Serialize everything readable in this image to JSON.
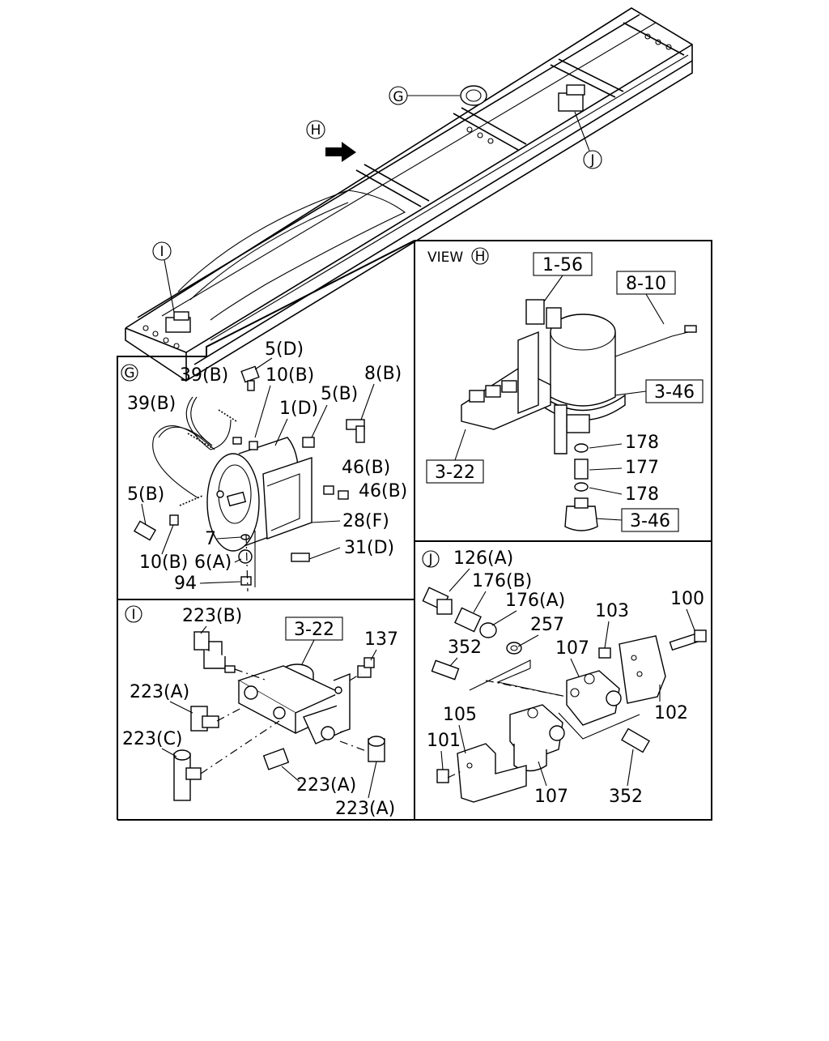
{
  "callouts": {
    "G": "G",
    "H": "H",
    "I": "I",
    "J": "J"
  },
  "view_h": {
    "title": "VIEW",
    "ref_1_56": "1-56",
    "ref_8_10": "8-10",
    "ref_3_46a": "3-46",
    "ref_3_22": "3-22",
    "ref_3_46b": "3-46",
    "p178a": "178",
    "p177": "177",
    "p178b": "178"
  },
  "panel_g": {
    "p5d": "5(D)",
    "p39b_top": "39(B)",
    "p10b_top": "10(B)",
    "p8b": "8(B)",
    "p39b_left": "39(B)",
    "p1d": "1(D)",
    "p5b_right": "5(B)",
    "p46b_a": "46(B)",
    "p46b_b": "46(B)",
    "p5b_left": "5(B)",
    "p28f": "28(F)",
    "p7": "7",
    "p10b_bottom": "10(B)",
    "p6a": "6(A)",
    "p31d": "31(D)",
    "p94": "94"
  },
  "panel_i": {
    "p223b": "223(B)",
    "ref_3_22": "3-22",
    "p137": "137",
    "p223a_left": "223(A)",
    "p223c": "223(C)",
    "p223a_mid": "223(A)",
    "p223a_bottom": "223(A)"
  },
  "panel_j": {
    "p126a": "126(A)",
    "p176b": "176(B)",
    "p176a": "176(A)",
    "p103": "103",
    "p100": "100",
    "p257": "257",
    "p352_top": "352",
    "p107_top": "107",
    "p105": "105",
    "p102": "102",
    "p101": "101",
    "p107_bottom": "107",
    "p352_bottom": "352"
  }
}
